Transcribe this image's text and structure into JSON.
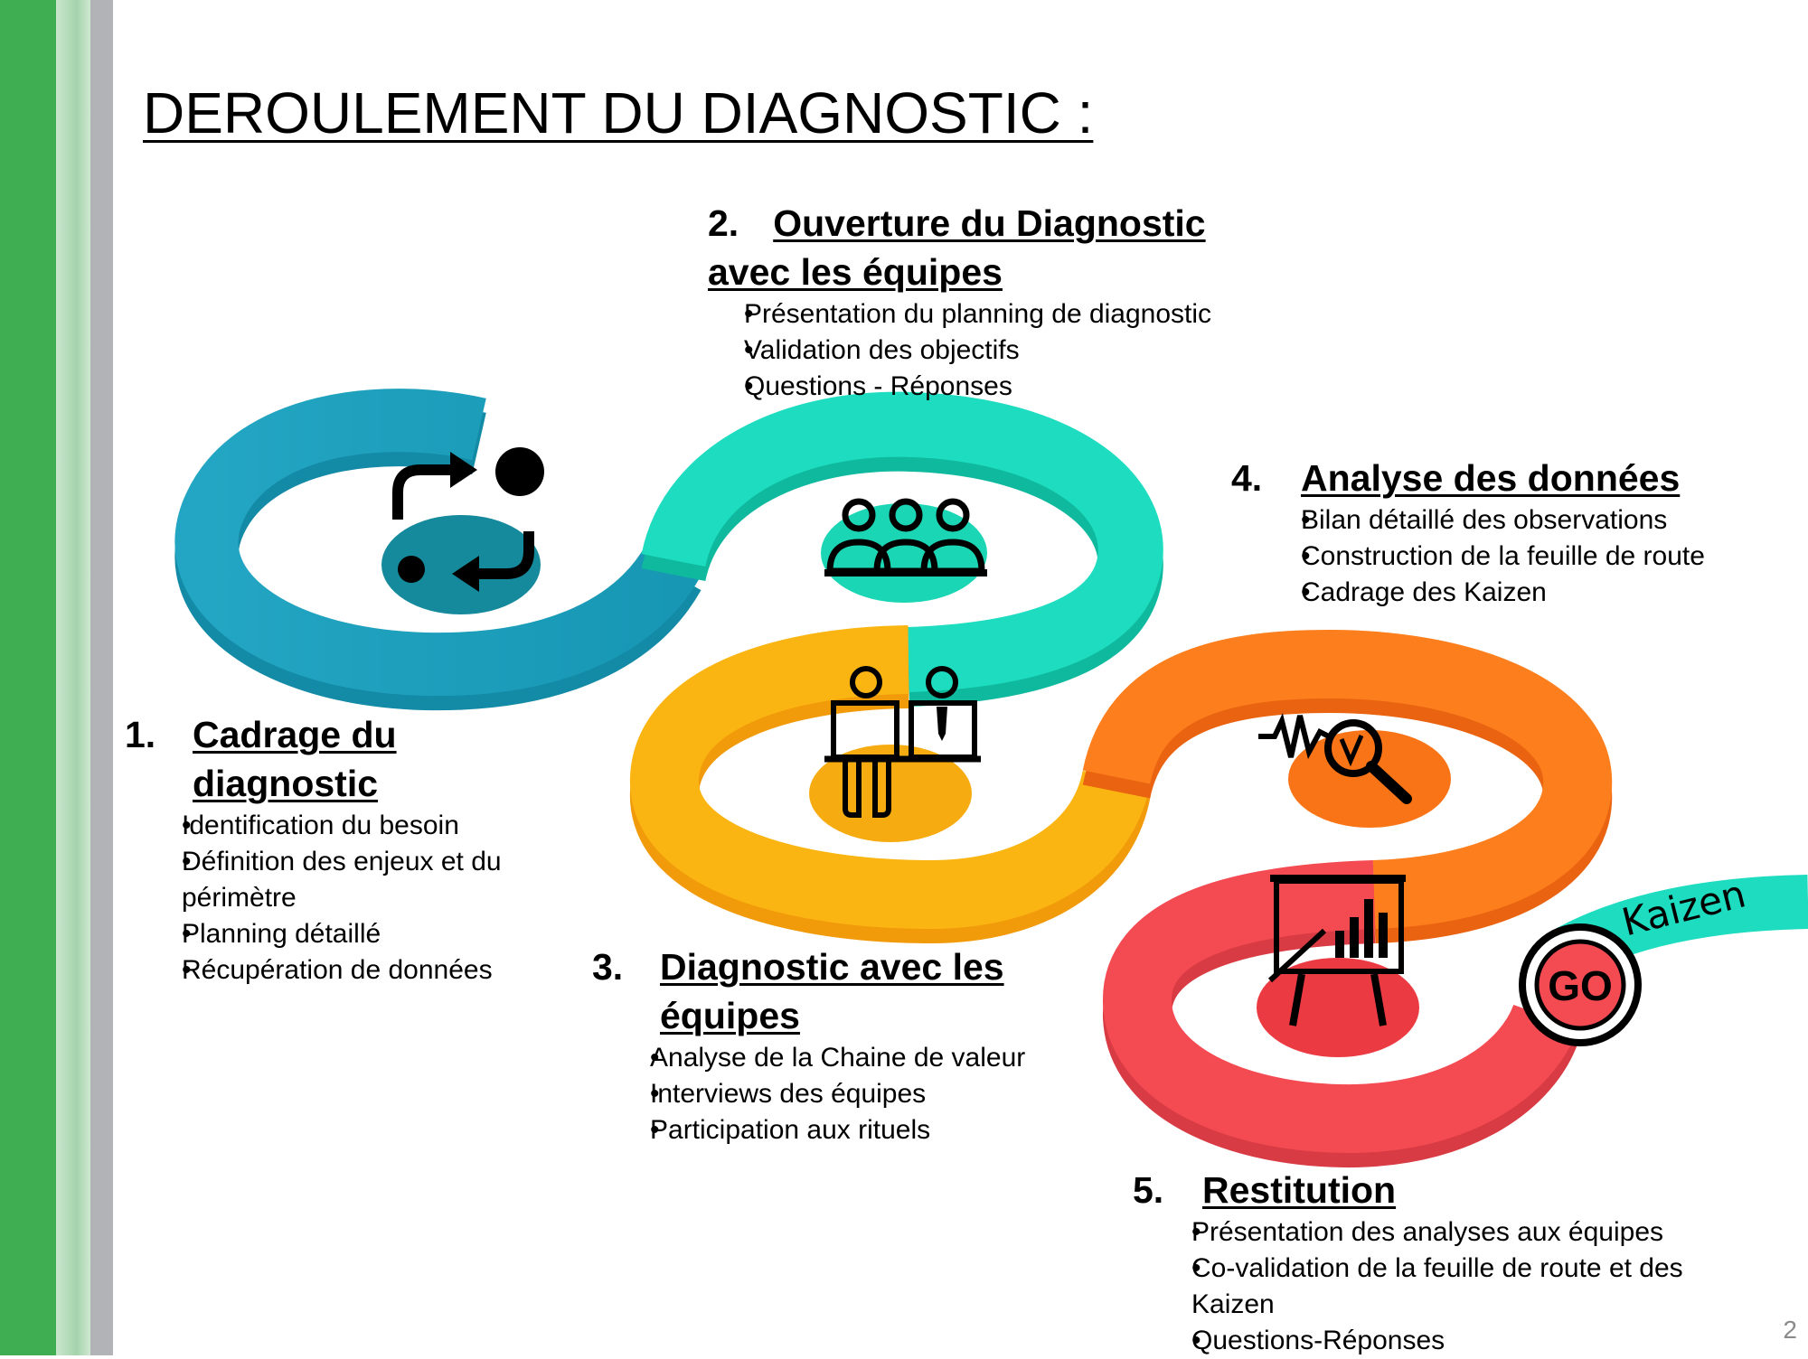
{
  "title": "DEROULEMENT DU DIAGNOSTIC :",
  "page_number": "2",
  "colors": {
    "teal_dark": "#1d9db8",
    "teal_light": "#1ddcbf",
    "yellow": "#fbb512",
    "orange": "#fd7e1c",
    "red": "#f44a52",
    "sidebar_green": "#3fad52"
  },
  "steps": [
    {
      "number": "1.",
      "title": "Cadrage du diagnostic",
      "icon": "process-cycle-icon",
      "bullets": [
        "Identification du besoin",
        "Définition des enjeux et du périmètre",
        "Planning détaillé",
        "Récupération de données"
      ]
    },
    {
      "number": "2.",
      "title": "Ouverture du Diagnostic avec les équipes",
      "icon": "team-icon",
      "bullets": [
        "Présentation du planning de diagnostic",
        "Validation des objectifs",
        "Questions - Réponses"
      ]
    },
    {
      "number": "3.",
      "title": "Diagnostic avec les équipes",
      "icon": "interview-icon",
      "bullets": [
        "Analyse de la Chaine de valeur",
        "Interviews des équipes",
        "Participation aux rituels"
      ]
    },
    {
      "number": "4.",
      "title": "Analyse des données",
      "icon": "data-analysis-icon",
      "bullets": [
        "Bilan détaillé des observations",
        "Construction de la feuille de route",
        "Cadrage des Kaizen"
      ]
    },
    {
      "number": "5.",
      "title": "Restitution",
      "icon": "presentation-board-icon",
      "bullets": [
        "Présentation des analyses aux équipes",
        "Co-validation de la feuille de route et des Kaizen",
        "Questions-Réponses"
      ]
    }
  ],
  "road_end": {
    "go_label": "GO",
    "kaizen_label": "Kaizen"
  }
}
